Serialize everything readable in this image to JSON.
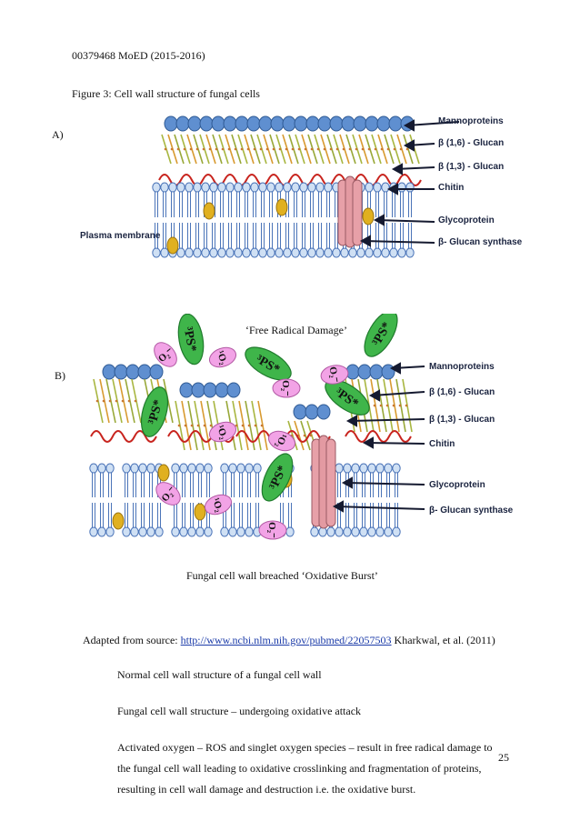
{
  "header": {
    "id_line": "00379468 MoED (2015-2016)"
  },
  "figure": {
    "caption": "Figure 3: Cell wall structure of fungal cells",
    "panel_a": {
      "letter": "A)",
      "labels": {
        "mannoproteins": "Mannoproteins",
        "glucan16": "β (1,6) - Glucan",
        "glucan13": "β (1,3) - Glucan",
        "chitin": "Chitin",
        "glycoprotein": "Glycoprotein",
        "synthase": "β- Glucan synthase",
        "plasma": "Plasma membrane"
      }
    },
    "panel_b": {
      "letter": "B)",
      "title": "‘Free Radical Damage’",
      "caption": "Fungal cell wall breached ‘Oxidative Burst’",
      "labels": {
        "mannoproteins": "Mannoproteins",
        "glucan16": "β (1,6) - Glucan",
        "glucan13": "β (1,3) - Glucan",
        "chitin": "Chitin",
        "glycoprotein": "Glycoprotein",
        "synthase": "β- Glucan synthase"
      },
      "ps_label": "³PS*",
      "o2_minus_label": "O₂⁻",
      "singlet_label": "¹O₂",
      "colors": {
        "ps_green": "#3fb54a",
        "ros_pink": "#f2a3e6",
        "chitin_red": "#c8241e",
        "membrane_blue": "#5d86c8",
        "glyco_gold": "#e0b020"
      }
    }
  },
  "source": {
    "prefix": "Adapted from source: ",
    "url": "http://www.ncbi.nlm.nih.gov/pubmed/22057503",
    "suffix": "  Kharkwal, et al. (2011)"
  },
  "notes": {
    "a": "Normal cell wall structure of a fungal cell wall",
    "b": "Fungal cell wall structure – undergoing oxidative attack",
    "c": "Activated oxygen – ROS and singlet oxygen species – result in free radical damage to the fungal cell wall leading to oxidative crosslinking and fragmentation of proteins, resulting in cell wall damage and destruction i.e. the oxidative burst."
  },
  "page_number": "25"
}
